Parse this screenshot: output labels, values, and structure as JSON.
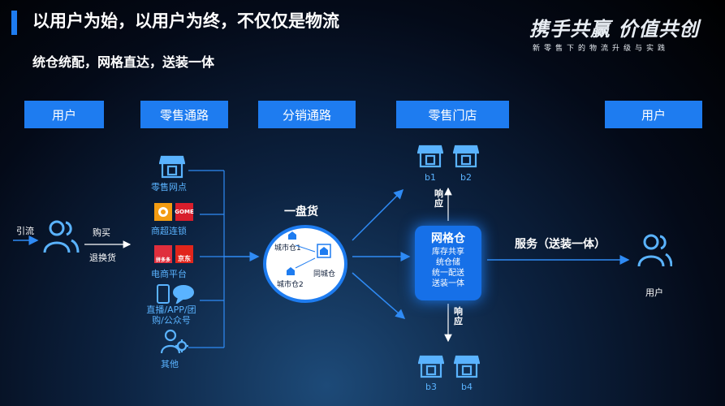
{
  "title": "以用户为始，以用户为终，不仅仅是物流",
  "subtitle": "统仓统配，网格直达，送装一体",
  "brand": {
    "slogan": "携手共赢  价值共创",
    "tagline": "新零售下的物流升级与实践"
  },
  "columns": [
    "用户",
    "零售通路",
    "分销通路",
    "零售门店",
    "用户"
  ],
  "left_flow": {
    "inflow": "引流",
    "buy": "购买",
    "return": "退换货"
  },
  "channels": [
    {
      "label": "零售网点",
      "icon": "store-icon"
    },
    {
      "label": "商超连锁",
      "icon": "supermarket-logos"
    },
    {
      "label": "电商平台",
      "icon": "ecommerce-logos"
    },
    {
      "label": "直播/APP/团购/公众号",
      "icon": "phone-chat-icon"
    },
    {
      "label": "其他",
      "icon": "user-gear-icon"
    }
  ],
  "brand_tiles": {
    "gome": "GOME",
    "jd": "京东",
    "pdd": "拼多多"
  },
  "distribution": {
    "title": "一盘货",
    "city1": "城市仓1",
    "city2": "城市仓2",
    "same_city": "同城仓"
  },
  "hub": {
    "title": "网格仓",
    "lines": [
      "库存共享",
      "统仓储",
      "统一配送",
      "送装一体"
    ]
  },
  "response": "响应",
  "stores": [
    "b1",
    "b2",
    "b3",
    "b4"
  ],
  "service": "服务（送装一体）",
  "end_user": "用户",
  "colors": {
    "accent": "#1e7cf0",
    "icon": "#5ab3ff",
    "background": "#040a18"
  }
}
